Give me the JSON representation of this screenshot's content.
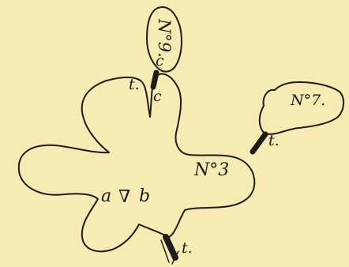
{
  "labels": {
    "main_cell": "N°3",
    "cell_7": "N°7.",
    "cell_9": "N°9.",
    "gate_a": "a",
    "gate_symbol": "∇",
    "gate_b": "b",
    "tube_top": "t.",
    "tube_right": "t.",
    "tube_bottom": "t.",
    "connector_upper": "c",
    "connector_lower": "c"
  },
  "colors": {
    "background": "#f5ebb3",
    "ink": "#1e1c18"
  }
}
